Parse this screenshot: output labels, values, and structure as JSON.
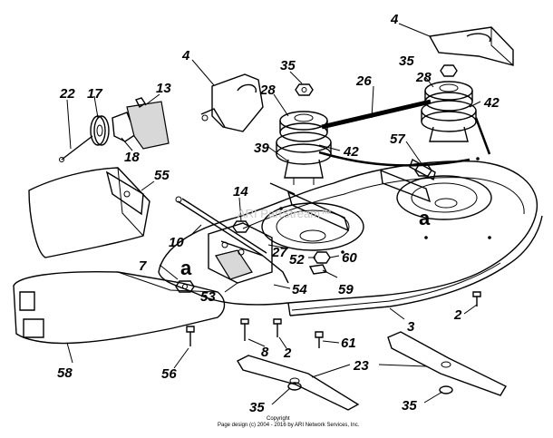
{
  "watermark": "ARI PartStream™",
  "copyright": {
    "line1": "Copyright",
    "line2": "Page design (c) 2004 - 2016 by ARI Network Services, Inc."
  },
  "letters": [
    "a",
    "a"
  ],
  "callouts": [
    "4",
    "4",
    "35",
    "35",
    "26",
    "28",
    "28",
    "22",
    "17",
    "13",
    "18",
    "42",
    "42",
    "39",
    "57",
    "55",
    "14",
    "10",
    "27",
    "52",
    "60",
    "7",
    "53",
    "54",
    "59",
    "3",
    "2",
    "2",
    "8",
    "61",
    "58",
    "56",
    "23",
    "35",
    "35"
  ]
}
